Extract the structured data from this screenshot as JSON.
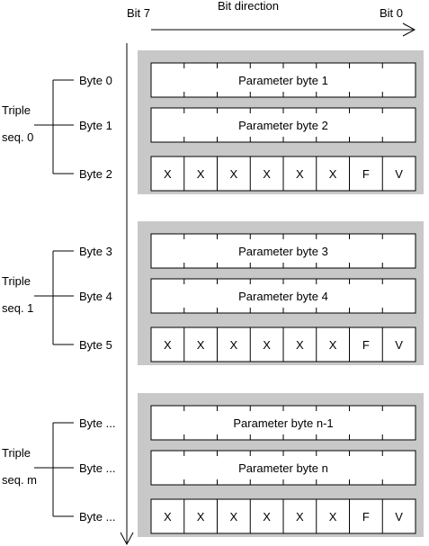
{
  "header": {
    "bit_high": "Bit 7",
    "direction": "Bit direction",
    "bit_low": "Bit 0"
  },
  "groups": [
    {
      "triple_label": [
        "Triple",
        "seq. 0"
      ],
      "rows": [
        {
          "byte_label": "Byte 0",
          "kind": "param",
          "text": "Parameter byte 1"
        },
        {
          "byte_label": "Byte 1",
          "kind": "param",
          "text": "Parameter byte 2"
        },
        {
          "byte_label": "Byte 2",
          "kind": "bits",
          "bits": [
            "X",
            "X",
            "X",
            "X",
            "X",
            "X",
            "F",
            "V"
          ]
        }
      ]
    },
    {
      "triple_label": [
        "Triple",
        "seq. 1"
      ],
      "rows": [
        {
          "byte_label": "Byte 3",
          "kind": "param",
          "text": "Parameter byte 3"
        },
        {
          "byte_label": "Byte 4",
          "kind": "param",
          "text": "Parameter byte 4"
        },
        {
          "byte_label": "Byte 5",
          "kind": "bits",
          "bits": [
            "X",
            "X",
            "X",
            "X",
            "X",
            "X",
            "F",
            "V"
          ]
        }
      ]
    },
    {
      "triple_label": [
        "Triple",
        "seq. m"
      ],
      "rows": [
        {
          "byte_label": "Byte ...",
          "kind": "param",
          "text": "Parameter byte n-1"
        },
        {
          "byte_label": "Byte ...",
          "kind": "param",
          "text": "Parameter byte n"
        },
        {
          "byte_label": "Byte ...",
          "kind": "bits",
          "bits": [
            "X",
            "X",
            "X",
            "X",
            "X",
            "X",
            "F",
            "V"
          ]
        }
      ]
    }
  ],
  "colors": {
    "panel": "#c8c8c8",
    "cell": "#ffffff",
    "stroke": "#000000"
  }
}
